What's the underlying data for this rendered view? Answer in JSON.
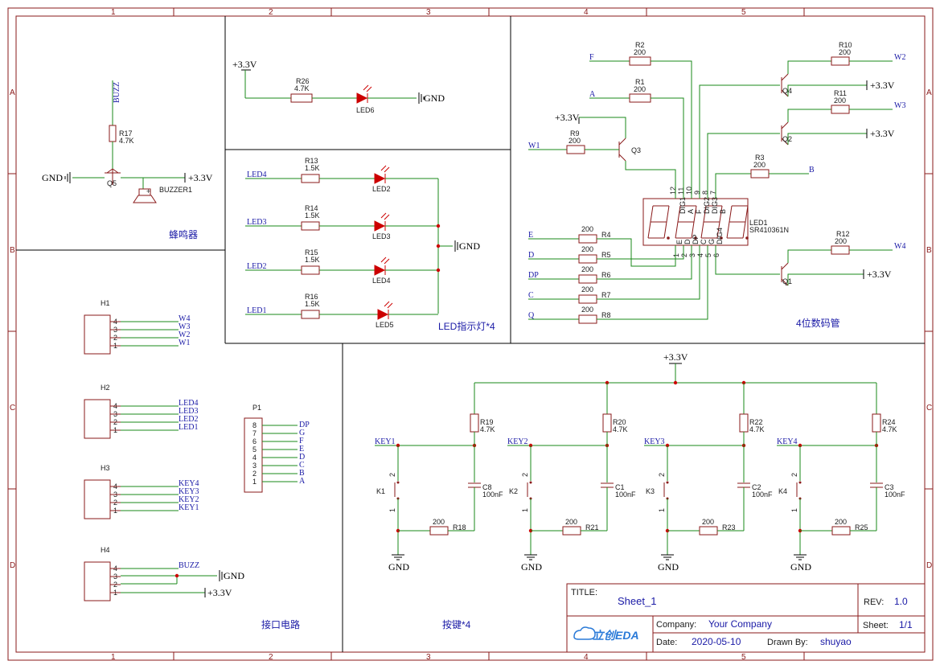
{
  "grid": {
    "columns": [
      "1",
      "2",
      "3",
      "4",
      "5"
    ],
    "rows": [
      "A",
      "B",
      "C",
      "D"
    ]
  },
  "power": {
    "vcc": "+3.3V",
    "gnd": "GND"
  },
  "buzzer": {
    "net_buzz": "BUZZ",
    "r17": {
      "ref": "R17",
      "value": "4.7K"
    },
    "q5": "Q5",
    "buzzer_ref": "BUZZER1",
    "title": "蜂鸣器"
  },
  "led6_block": {
    "r26": {
      "ref": "R26",
      "value": "4.7K"
    },
    "led": "LED6"
  },
  "led_block": {
    "rows": [
      {
        "net": "LED4",
        "ref": "R13",
        "value": "1.5K",
        "led": "LED2"
      },
      {
        "net": "LED3",
        "ref": "R14",
        "value": "1.5K",
        "led": "LED3"
      },
      {
        "net": "LED2",
        "ref": "R15",
        "value": "1.5K",
        "led": "LED4"
      },
      {
        "net": "LED1",
        "ref": "R16",
        "value": "1.5K",
        "led": "LED5"
      }
    ],
    "title": "LED指示灯*4"
  },
  "display_block": {
    "title": "4位数码管",
    "led1": {
      "ref": "LED1",
      "part": "SR410361N"
    },
    "top_pins": [
      "12",
      "11",
      "10",
      "9",
      "8",
      "7"
    ],
    "top_names": [
      "DIG1",
      "A",
      "F",
      "DIG2",
      "DIG3",
      "B"
    ],
    "bottom_pins": [
      "1",
      "2",
      "3",
      "4",
      "5",
      "6"
    ],
    "bottom_names": [
      "E",
      "D",
      "DP",
      "C",
      "G",
      "DIG4"
    ],
    "left_resistors": [
      {
        "net": "E",
        "ref": "R4",
        "value": "200"
      },
      {
        "net": "D",
        "ref": "R5",
        "value": "200"
      },
      {
        "net": "DP",
        "ref": "R6",
        "value": "200"
      },
      {
        "net": "C",
        "ref": "R7",
        "value": "200"
      },
      {
        "net": "Q",
        "ref": "R8",
        "value": "200"
      }
    ],
    "top_resistors": [
      {
        "net": "F",
        "ref": "R2",
        "value": "200"
      },
      {
        "net": "A",
        "ref": "R1",
        "value": "200"
      }
    ],
    "r9": {
      "net": "W1",
      "ref": "R9",
      "value": "200"
    },
    "r3": {
      "net": "B",
      "ref": "R3",
      "value": "200"
    },
    "right_transistors": [
      {
        "net": "W2",
        "ref": "R10",
        "value": "200",
        "q": "Q4"
      },
      {
        "net": "W3",
        "ref": "R11",
        "value": "200",
        "q": "Q2"
      },
      {
        "net": "W4",
        "ref": "R12",
        "value": "200",
        "q": "Q1"
      }
    ],
    "q3": "Q3"
  },
  "headers": [
    {
      "ref": "H1",
      "nets": [
        "W4",
        "W3",
        "W2",
        "W1"
      ],
      "pins": [
        "4",
        "3",
        "2",
        "1"
      ]
    },
    {
      "ref": "H2",
      "nets": [
        "LED4",
        "LED3",
        "LED2",
        "LED1"
      ],
      "pins": [
        "4",
        "3",
        "2",
        "1"
      ]
    },
    {
      "ref": "H3",
      "nets": [
        "KEY4",
        "KEY3",
        "KEY2",
        "KEY1"
      ],
      "pins": [
        "4",
        "3",
        "2",
        "1"
      ]
    },
    {
      "ref": "H4",
      "nets": [
        "BUZZ",
        "",
        "",
        ""
      ],
      "pins": [
        "4",
        "3",
        "2",
        "1"
      ]
    }
  ],
  "p1": {
    "ref": "P1",
    "pins": [
      "8",
      "7",
      "6",
      "5",
      "4",
      "3",
      "2",
      "1"
    ],
    "nets": [
      "DP",
      "G",
      "F",
      "E",
      "D",
      "C",
      "B",
      "A"
    ]
  },
  "interface_title": "接口电路",
  "keys": {
    "title": "按键*4",
    "items": [
      {
        "net": "KEY1",
        "k": "K1",
        "rtop": "R19",
        "rtop_val": "4.7K",
        "cap": "C8",
        "cap_val": "100nF",
        "rbot": "R18",
        "rbot_val": "200"
      },
      {
        "net": "KEY2",
        "k": "K2",
        "rtop": "R20",
        "rtop_val": "4.7K",
        "cap": "C1",
        "cap_val": "100nF",
        "rbot": "R21",
        "rbot_val": "200"
      },
      {
        "net": "KEY3",
        "k": "K3",
        "rtop": "R22",
        "rtop_val": "4.7K",
        "cap": "C2",
        "cap_val": "100nF",
        "rbot": "R23",
        "rbot_val": "200"
      },
      {
        "net": "KEY4",
        "k": "K4",
        "rtop": "R24",
        "rtop_val": "4.7K",
        "cap": "C3",
        "cap_val": "100nF",
        "rbot": "R25",
        "rbot_val": "200"
      }
    ]
  },
  "title_block": {
    "title_label": "TITLE:",
    "title": "Sheet_1",
    "rev_label": "REV:",
    "rev": "1.0",
    "company_label": "Company:",
    "company": "Your Company",
    "sheet_label": "Sheet:",
    "sheet": "1/1",
    "date_label": "Date:",
    "date": "2020-05-10",
    "drawn_label": "Drawn By:",
    "drawn": "shuyao",
    "logo": "立创EDA"
  },
  "colors": {
    "frame": "#8a1a1a",
    "wire": "#1a8a1a",
    "net_label": "#1a1aa6",
    "led": "#cc0000"
  }
}
